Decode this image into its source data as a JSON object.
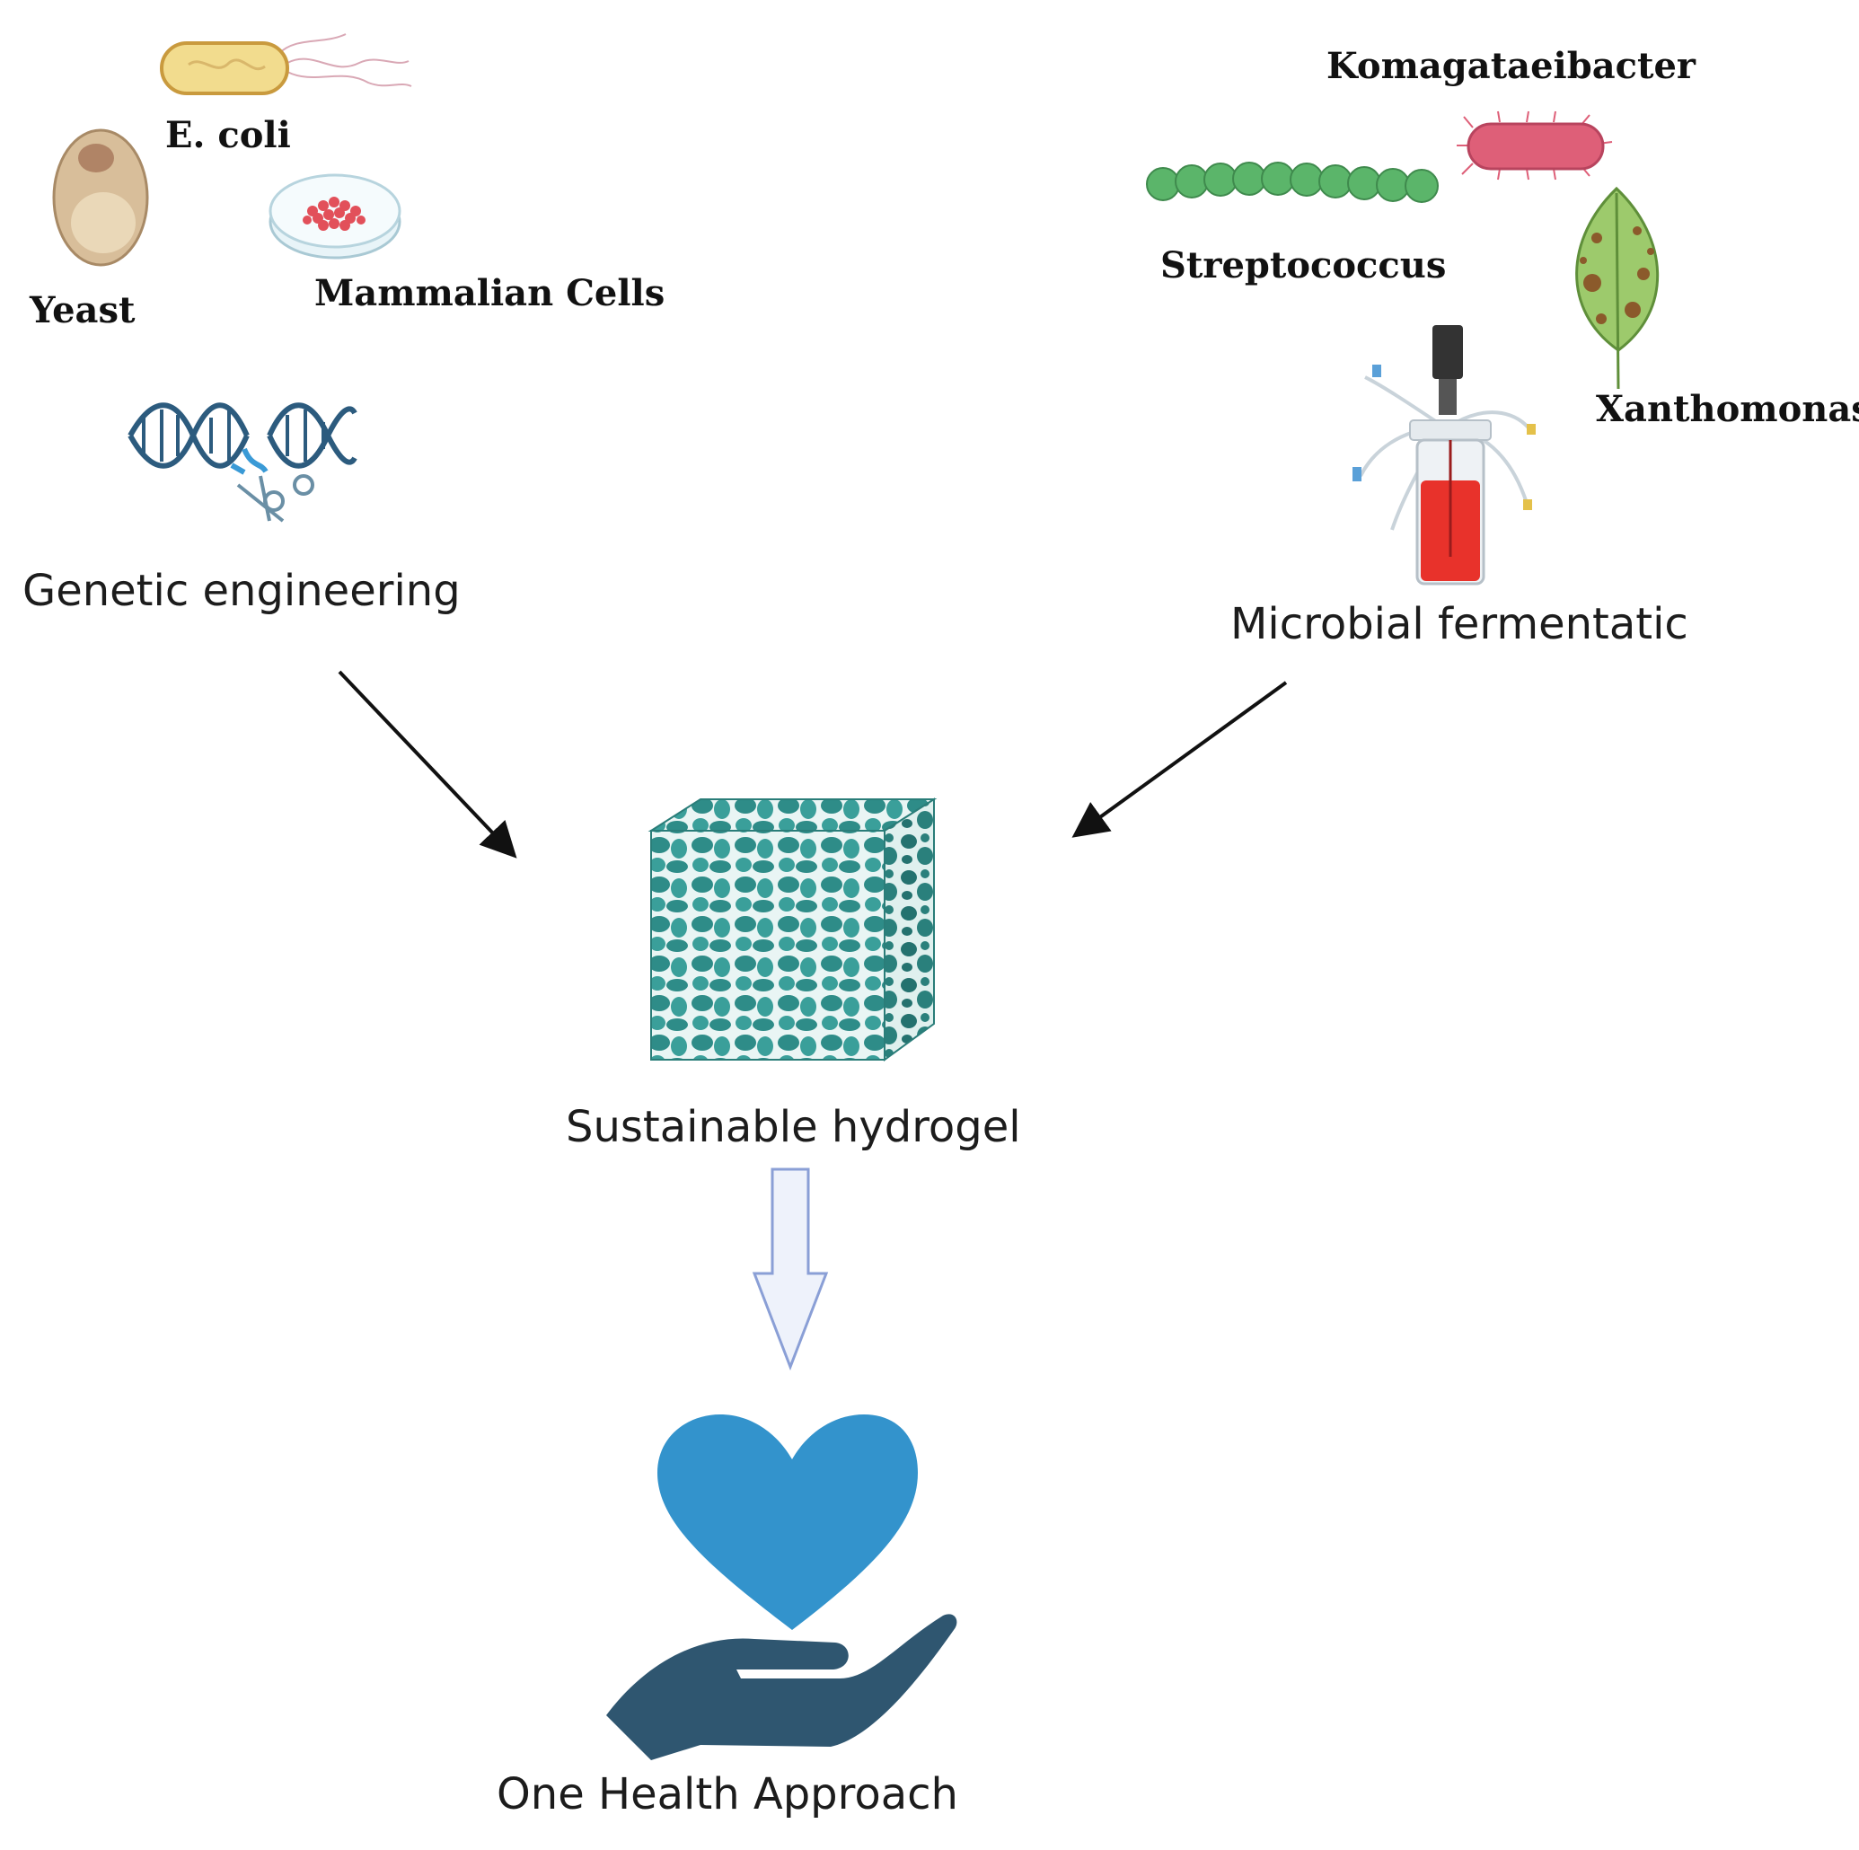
{
  "organisms": {
    "ecoli": "E. coli",
    "yeast": "Yeast",
    "mammalian": "Mammalian Cells",
    "komagataeibacter": "Komagataeibacter",
    "streptococcus": "Streptococcus",
    "xanthomonas": "Xanthomonas"
  },
  "methods": {
    "genetic": "Genetic engineering",
    "microbial": "Microbial fermentatic"
  },
  "product": "Sustainable hydrogel",
  "outcome": "One Health Approach",
  "colors": {
    "heart": "#3393cc",
    "hand": "#2f5670",
    "hydrogel": "#2e8c88",
    "streptococcus": "#5bb56a",
    "komagataeibacter": "#de5f78",
    "ecoli": "#f2dc8e",
    "yeast": "#d8be9a",
    "fermenter_liquid": "#e8322b",
    "block_arrow": "#8a9fd6",
    "dna": "#2c5b7e"
  },
  "icons": [
    "ecoli-icon",
    "yeast-icon",
    "petri-dish-icon",
    "dna-scissors-icon",
    "streptococcus-icon",
    "komagataeibacter-icon",
    "leaf-icon",
    "bioreactor-icon",
    "hydrogel-cube-icon",
    "heart-hand-icon"
  ]
}
